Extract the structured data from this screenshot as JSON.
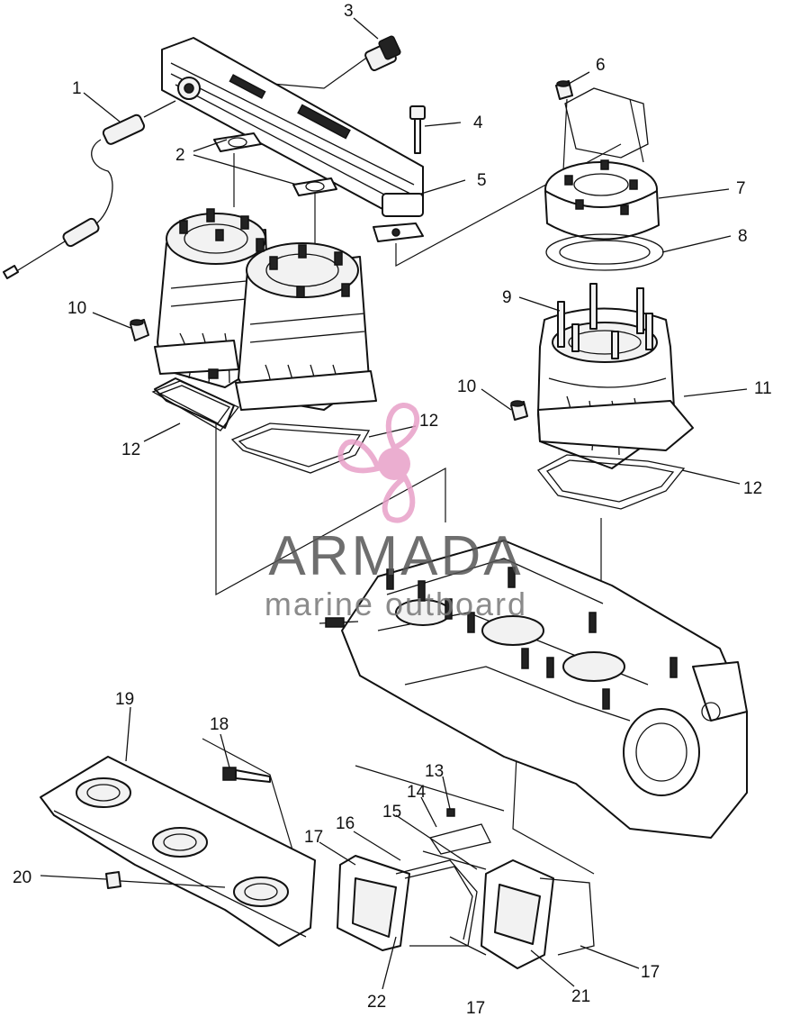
{
  "callouts": [
    {
      "id": "1",
      "label": "1"
    },
    {
      "id": "2",
      "label": "2"
    },
    {
      "id": "3",
      "label": "3"
    },
    {
      "id": "4",
      "label": "4"
    },
    {
      "id": "5",
      "label": "5"
    },
    {
      "id": "6",
      "label": "6"
    },
    {
      "id": "7",
      "label": "7"
    },
    {
      "id": "8",
      "label": "8"
    },
    {
      "id": "9",
      "label": "9"
    },
    {
      "id": "10a",
      "label": "10"
    },
    {
      "id": "10b",
      "label": "10"
    },
    {
      "id": "11",
      "label": "11"
    },
    {
      "id": "12a",
      "label": "12"
    },
    {
      "id": "12b",
      "label": "12"
    },
    {
      "id": "12c",
      "label": "12"
    },
    {
      "id": "13",
      "label": "13"
    },
    {
      "id": "14",
      "label": "14"
    },
    {
      "id": "15",
      "label": "15"
    },
    {
      "id": "16",
      "label": "16"
    },
    {
      "id": "17a",
      "label": "17"
    },
    {
      "id": "17b",
      "label": "17"
    },
    {
      "id": "17c",
      "label": "17"
    },
    {
      "id": "18",
      "label": "18"
    },
    {
      "id": "19",
      "label": "19"
    },
    {
      "id": "20",
      "label": "20"
    },
    {
      "id": "21",
      "label": "21"
    },
    {
      "id": "22",
      "label": "22"
    }
  ],
  "watermark": {
    "brand": "ARMADA",
    "tagline": "marine outboard",
    "logo_icon": "propeller-icon",
    "logo_color": "#e8a0c8",
    "text_color": "#555555"
  }
}
